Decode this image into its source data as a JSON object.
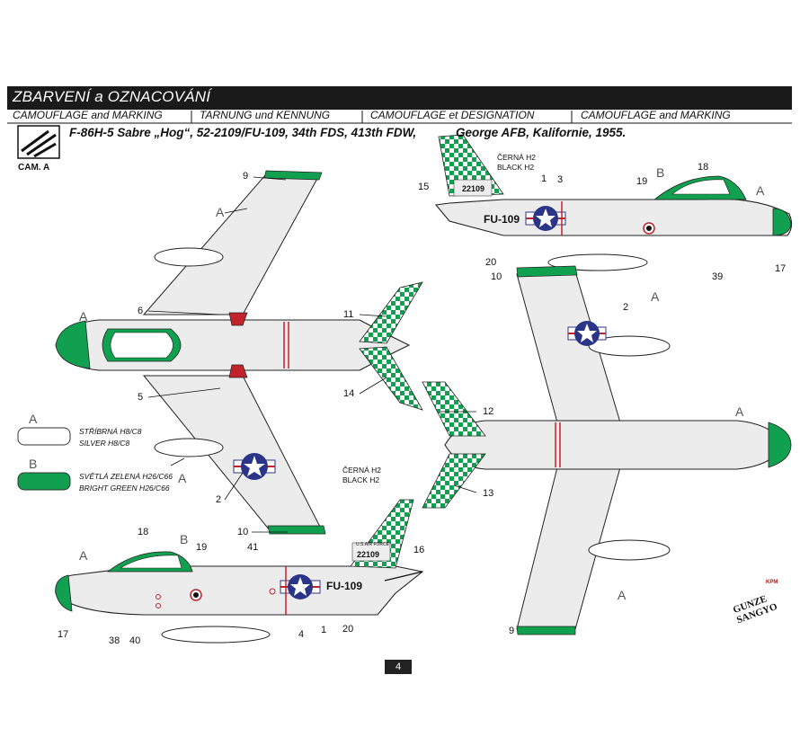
{
  "header": {
    "title": "ZBARVENÍ a OZNACOVÁNÍ",
    "subtitles": [
      "CAMOUFLAGE and MARKING",
      "TARNUNG und KENNUNG",
      "CAMOUFLAGE et DESIGNATION",
      "CAMOUFLAGE and MARKING"
    ],
    "aircraft": "F-86H-5 Sabre „Hog“, 52-2109/FU-109, 34th FDS, 413th FDW,",
    "location": "George AFB, Kalifornie, 1955.",
    "scheme_label": "CAM. A"
  },
  "legend": [
    {
      "letter": "A",
      "line1": "STŘÍBRNÁ H8/C8",
      "line2": "SILVER      H8/C8",
      "color": "#ffffff"
    },
    {
      "letter": "B",
      "line1": "SVĚTLÁ ZELENÁ H26/C66",
      "line2": "BRIGHT GREEN  H26/C66",
      "color": "#11a050"
    }
  ],
  "colors": {
    "silver": "#e9e9e9",
    "green": "#11a050",
    "black": "#1a1a1a",
    "roundel_blue": "#2b3587",
    "stripe_red": "#c0232b"
  },
  "notes": {
    "black_top_cz": "ČERNÁ H2",
    "black_top_en": "BLACK H2",
    "black_bottom_cz": "ČERNÁ H2",
    "black_bottom_en": "BLACK H2"
  },
  "markings": {
    "buzz_number": "FU-109",
    "tail_number": "22109",
    "usaf": "U.S.AIR FORCE"
  },
  "callouts": {
    "c9a": "9",
    "cA1": "A",
    "c6": "6",
    "cA2": "A",
    "c5": "5",
    "cA3": "A",
    "c2a": "2",
    "c10a": "10",
    "c11": "11",
    "c14": "14",
    "c15": "15",
    "c1a": "1",
    "c3": "3",
    "cB1": "B",
    "c19a": "19",
    "c18a": "18",
    "cA4": "A",
    "c20a": "20",
    "c17a": "17",
    "c39": "39",
    "c10b": "10",
    "cA5": "A",
    "c2b": "2",
    "c12": "12",
    "c13": "13",
    "cA6": "A",
    "cA7": "A",
    "c9b": "9",
    "c18b": "18",
    "cB2": "B",
    "c19b": "19",
    "cA8": "A",
    "c41": "41",
    "c16": "16",
    "c1b": "1",
    "c17b": "17",
    "c38": "38",
    "c40": "40",
    "c4": "4",
    "c20b": "20"
  },
  "footer": {
    "page": "4",
    "brand": "GUNZE SANGYO",
    "kpm": "KPM"
  }
}
